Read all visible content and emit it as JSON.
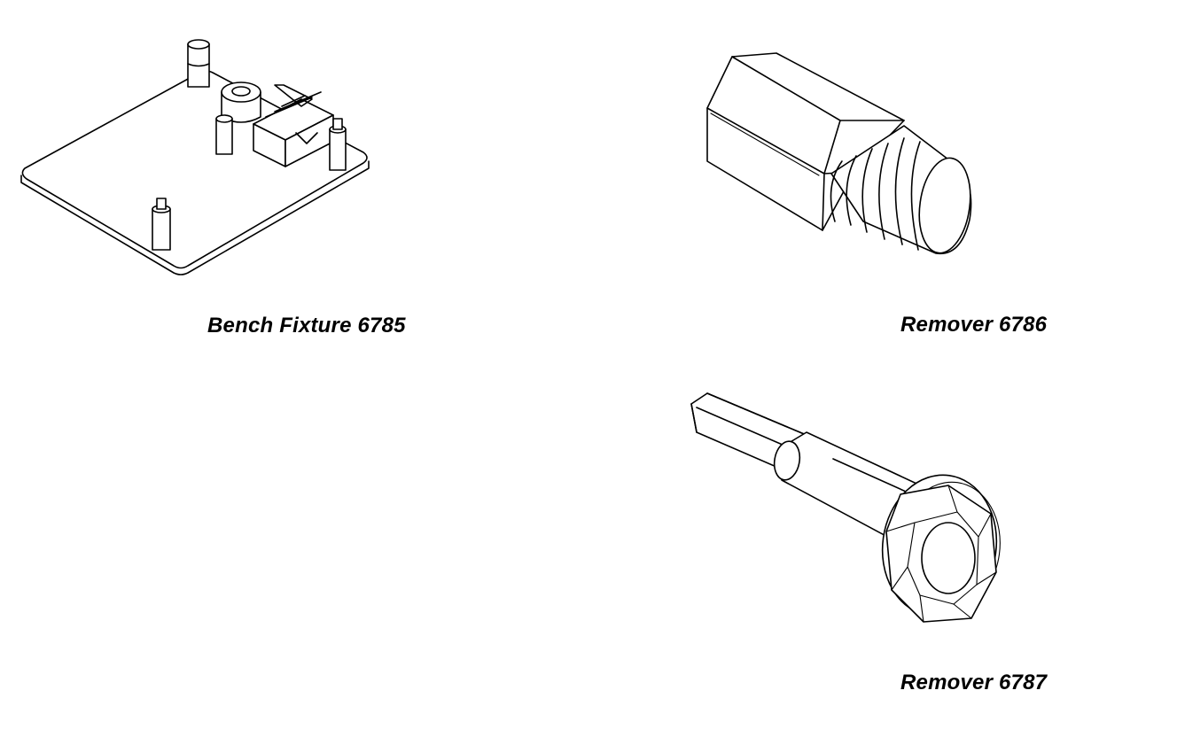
{
  "tools": [
    {
      "id": "bench-fixture",
      "caption": "Bench Fixture 6785"
    },
    {
      "id": "remover-6786",
      "caption": "Remover 6786"
    },
    {
      "id": "remover-6787",
      "caption": "Remover 6787"
    }
  ]
}
